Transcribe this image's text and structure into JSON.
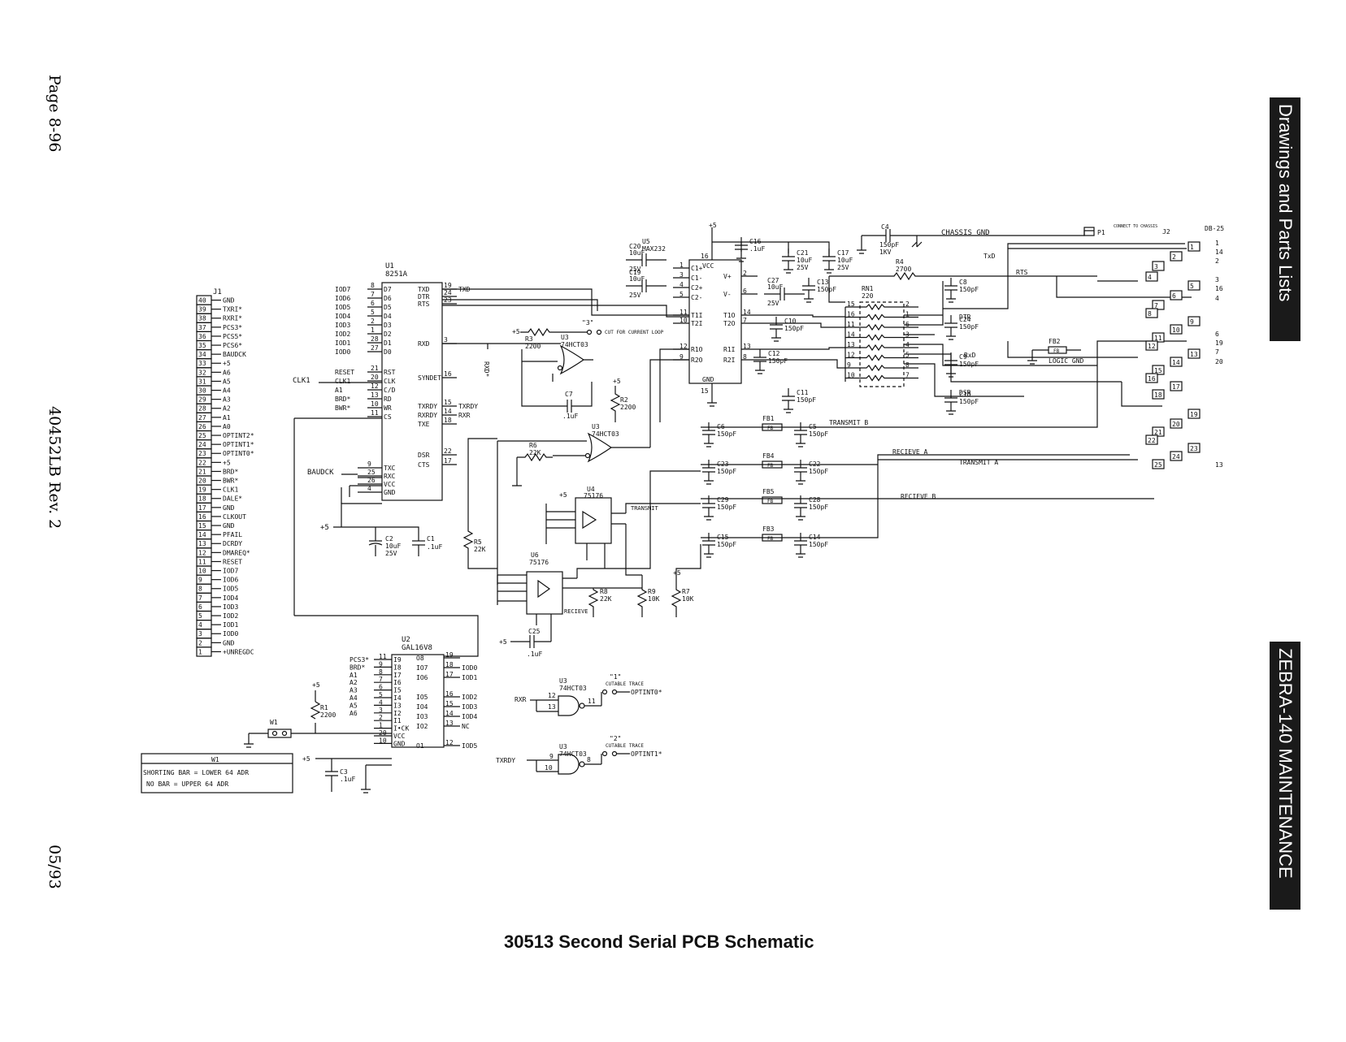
{
  "page": {
    "page_number": "Page 8-96",
    "document_rev": "40452LB Rev. 2",
    "date": "05/93",
    "side_tab_top": "Drawings and Parts Lists",
    "side_tab_bottom": "ZEBRA-140 MAINTENANCE",
    "caption": "30513 Second Serial PCB Schematic"
  },
  "j1": {
    "ref": "J1",
    "pins": [
      {
        "num": "40",
        "sig": "GND"
      },
      {
        "num": "39",
        "sig": "TXRI*"
      },
      {
        "num": "38",
        "sig": "RXRI*"
      },
      {
        "num": "37",
        "sig": "PCS3*"
      },
      {
        "num": "36",
        "sig": "PCS5*"
      },
      {
        "num": "35",
        "sig": "PCS6*"
      },
      {
        "num": "34",
        "sig": "BAUDCK"
      },
      {
        "num": "33",
        "sig": "+5"
      },
      {
        "num": "32",
        "sig": "A6"
      },
      {
        "num": "31",
        "sig": "A5"
      },
      {
        "num": "30",
        "sig": "A4"
      },
      {
        "num": "29",
        "sig": "A3"
      },
      {
        "num": "28",
        "sig": "A2"
      },
      {
        "num": "27",
        "sig": "A1"
      },
      {
        "num": "26",
        "sig": "A0"
      },
      {
        "num": "25",
        "sig": "OPTINT2*"
      },
      {
        "num": "24",
        "sig": "OPTINT1*"
      },
      {
        "num": "23",
        "sig": "OPTINT0*"
      },
      {
        "num": "22",
        "sig": "+5"
      },
      {
        "num": "21",
        "sig": "BRD*"
      },
      {
        "num": "20",
        "sig": "BWR*"
      },
      {
        "num": "19",
        "sig": "CLK1"
      },
      {
        "num": "18",
        "sig": "DALE*"
      },
      {
        "num": "17",
        "sig": "GND"
      },
      {
        "num": "16",
        "sig": "CLKOUT"
      },
      {
        "num": "15",
        "sig": "GND"
      },
      {
        "num": "14",
        "sig": "PFAIL"
      },
      {
        "num": "13",
        "sig": "DCRDY"
      },
      {
        "num": "12",
        "sig": "DMAREQ*"
      },
      {
        "num": "11",
        "sig": "RESET"
      },
      {
        "num": "10",
        "sig": "IOD7"
      },
      {
        "num": "9",
        "sig": "IOD6"
      },
      {
        "num": "8",
        "sig": "IOD5"
      },
      {
        "num": "7",
        "sig": "IOD4"
      },
      {
        "num": "6",
        "sig": "IOD3"
      },
      {
        "num": "5",
        "sig": "IOD2"
      },
      {
        "num": "4",
        "sig": "IOD1"
      },
      {
        "num": "3",
        "sig": "IOD0"
      },
      {
        "num": "2",
        "sig": "GND"
      },
      {
        "num": "1",
        "sig": "+UNREGDC"
      }
    ]
  },
  "u1": {
    "ref": "U1",
    "part": "8251A",
    "left_pins": [
      {
        "sig": "IOD7",
        "num": "8",
        "pin": "D7"
      },
      {
        "sig": "IOD6",
        "num": "7",
        "pin": "D6"
      },
      {
        "sig": "IOD5",
        "num": "6",
        "pin": "D5"
      },
      {
        "sig": "IOD4",
        "num": "5",
        "pin": "D4"
      },
      {
        "sig": "IOD3",
        "num": "2",
        "pin": "D3"
      },
      {
        "sig": "IOD2",
        "num": "1",
        "pin": "D2"
      },
      {
        "sig": "IOD1",
        "num": "28",
        "pin": "D1"
      },
      {
        "sig": "IOD0",
        "num": "27",
        "pin": "D0"
      },
      {
        "sig": "RESET",
        "num": "21",
        "pin": "RST"
      },
      {
        "sig": "CLK1",
        "num": "20",
        "pin": "CLK"
      },
      {
        "sig": "A1",
        "num": "12",
        "pin": "C/D"
      },
      {
        "sig": "BRD*",
        "num": "13",
        "pin": "RD"
      },
      {
        "sig": "BWR*",
        "num": "10",
        "pin": "WR"
      },
      {
        "sig": "",
        "num": "11",
        "pin": "CS"
      }
    ],
    "right_pins": [
      {
        "pin": "TXD",
        "num": "19",
        "sig": "TXD"
      },
      {
        "pin": "DTR",
        "num": "24",
        "sig": ""
      },
      {
        "pin": "RTS",
        "num": "23",
        "sig": ""
      },
      {
        "pin": "RXD",
        "num": "3",
        "sig": ""
      },
      {
        "pin": "SYNDET",
        "num": "16",
        "sig": ""
      },
      {
        "pin": "TXRDY",
        "num": "15",
        "sig": "TXRDY"
      },
      {
        "pin": "RXRDY",
        "num": "14",
        "sig": "RXR"
      },
      {
        "pin": "TXE",
        "num": "18",
        "sig": ""
      },
      {
        "pin": "DSR",
        "num": "22",
        "sig": ""
      },
      {
        "pin": "CTS",
        "num": "17",
        "sig": ""
      }
    ],
    "bottom_pins": [
      {
        "num": "9",
        "pin": "TXC"
      },
      {
        "num": "25",
        "pin": "RXC"
      },
      {
        "num": "26",
        "pin": "VCC"
      },
      {
        "num": "4",
        "pin": "GND"
      }
    ],
    "baudck": "BAUDCK",
    "clk1": "CLK1"
  },
  "u2": {
    "ref": "U2",
    "part": "GAL16V8",
    "left_pins": [
      {
        "sig": "PCS3*",
        "num": "11",
        "pin": "I9"
      },
      {
        "sig": "BRD*",
        "num": "9",
        "pin": "I8"
      },
      {
        "sig": "A1",
        "num": "8",
        "pin": "I7"
      },
      {
        "sig": "A2",
        "num": "7",
        "pin": "I6"
      },
      {
        "sig": "A3",
        "num": "6",
        "pin": "I5"
      },
      {
        "sig": "A4",
        "num": "5",
        "pin": "I4"
      },
      {
        "sig": "A5",
        "num": "4",
        "pin": "I3"
      },
      {
        "sig": "A6",
        "num": "3",
        "pin": "I2"
      },
      {
        "sig": "",
        "num": "2",
        "pin": "I1"
      },
      {
        "sig": "",
        "num": "1",
        "pin": "I•CK"
      },
      {
        "sig": "",
        "num": "20",
        "pin": "VCC"
      },
      {
        "sig": "",
        "num": "10",
        "pin": "GND"
      }
    ],
    "right_pins": [
      {
        "pin": "O8",
        "num": "19",
        "sig": ""
      },
      {
        "pin": "IO7",
        "num": "18",
        "sig": "IOD0"
      },
      {
        "pin": "IO6",
        "num": "17",
        "sig": "IOD1"
      },
      {
        "pin": "IO5",
        "num": "16",
        "sig": "IOD2"
      },
      {
        "pin": "IO4",
        "num": "15",
        "sig": "IOD3"
      },
      {
        "pin": "IO3",
        "num": "14",
        "sig": "IOD4"
      },
      {
        "pin": "IO2",
        "num": "13",
        "sig": "NC"
      },
      {
        "pin": "O1",
        "num": "12",
        "sig": "IOD5"
      }
    ]
  },
  "u5": {
    "ref": "U5",
    "part": "MAX232",
    "pins_left": [
      "C1+",
      "C1-",
      "C2+",
      "C2-",
      "T1I",
      "T2I",
      "R1O",
      "R2O"
    ],
    "nums_left": [
      "1",
      "3",
      "4",
      "5",
      "11",
      "10",
      "12",
      "9"
    ],
    "pins_right": [
      "V+",
      "V-",
      "T1O",
      "T2O",
      "R1I",
      "R2I"
    ],
    "nums_right": [
      "2",
      "6",
      "14",
      "7",
      "13",
      "8"
    ],
    "vcc": "VCC",
    "gnd": "GND",
    "vcc_num": "16",
    "gnd_num": "15"
  },
  "components": {
    "r1": "R1",
    "r1v": "2200",
    "r2": "R2",
    "r2v": "2200",
    "r3": "R3",
    "r3v": "2200",
    "r4": "R4",
    "r4v": "2700",
    "r5": "R5",
    "r5v": "22K",
    "r6": "R6",
    "r6v": "22K",
    "r7": "R7",
    "r7v": "10K",
    "r8": "R8",
    "r8v": "22K",
    "r9": "R9",
    "r9v": "10K",
    "rn1": "RN1",
    "rn1v": "220",
    "c1": "C1",
    "c1v": ".1uF",
    "c2": "C2",
    "c2v": "10uF",
    "c2v2": "25V",
    "c3": "C3",
    "c3v": ".1uF",
    "c4": "C4",
    "c4v": "150pF",
    "c4v2": "1KV",
    "c5": "C5",
    "c6": "C6",
    "c7": "C7",
    "c7v": ".1uF",
    "c8": "C8",
    "c9": "C9",
    "c10": "C10",
    "c11": "C11",
    "c12": "C12",
    "c13": "C13",
    "c14": "C14",
    "c15": "C15",
    "c16": "C16",
    "c16v": ".1uF",
    "c17": "C17",
    "c17v": "10uF",
    "c17v2": "25V",
    "c18": "C18",
    "c19": "C19",
    "c20": "C20",
    "c21": "C21",
    "c22": "C22",
    "c23": "C23",
    "c24": "C24",
    "c25": "C25",
    "c25v": ".1uF",
    "c27": "C27",
    "c28": "C28",
    "c29": "C29",
    "v150": "150pF",
    "v10u": "10uF",
    "v25": "25V",
    "fb1": "FB1",
    "fb2": "FB2",
    "fb3": "FB3",
    "fb4": "FB4",
    "fb5": "FB5",
    "fb": "FB",
    "u3": "U3",
    "u3p": "74HCT03",
    "u4": "U4",
    "u4p": "75176",
    "u6": "U6",
    "u6p": "75176",
    "w1": "W1",
    "p1": "P1",
    "j2": "J2",
    "db25": "DB-25"
  },
  "nets": {
    "plus5": "+5",
    "chassis_gnd": "CHASSIS GND",
    "connect_chassis": "CONNECT TO CHASSIS",
    "logic_gnd": "LOGIC GND",
    "txd": "TxD",
    "rts": "RTS",
    "dtr": "DTR",
    "rxd": "RxD",
    "dsr": "DSR",
    "rxd_vert": "RXD*",
    "transmit_b": "TRANSMIT B",
    "transmit_a": "TRANSMIT A",
    "recieve_a": "RECIEVE A",
    "recieve_b": "RECIEVE B",
    "transmit": "TRANSMIT",
    "recieve": "RECIEVE",
    "cut_loop": "CUT FOR CURRENT LOOP",
    "jmp3": "\"3\"",
    "rxr": "RXR",
    "txrdy": "TXRDY",
    "optint0": "OPTINT0*",
    "optint1": "OPTINT1*",
    "jmp1": "\"1\"",
    "jmp2": "\"2\"",
    "cuttable": "CUTABLE TRACE"
  },
  "w1_table": {
    "title": "W1",
    "row1": "SHORTING BAR = LOWER 64 ADR",
    "row2": "NO BAR = UPPER 64 ADR"
  },
  "db25_pins": [
    "1",
    "14",
    "2",
    "3",
    "16",
    "4",
    "6",
    "19",
    "7",
    "20",
    "13"
  ],
  "j2_pins": [
    "1",
    "2",
    "3",
    "4",
    "5",
    "6",
    "7",
    "8",
    "9",
    "10",
    "11",
    "12",
    "13",
    "14",
    "15",
    "16",
    "17",
    "18",
    "19",
    "20",
    "21",
    "22",
    "23",
    "24",
    "25"
  ]
}
